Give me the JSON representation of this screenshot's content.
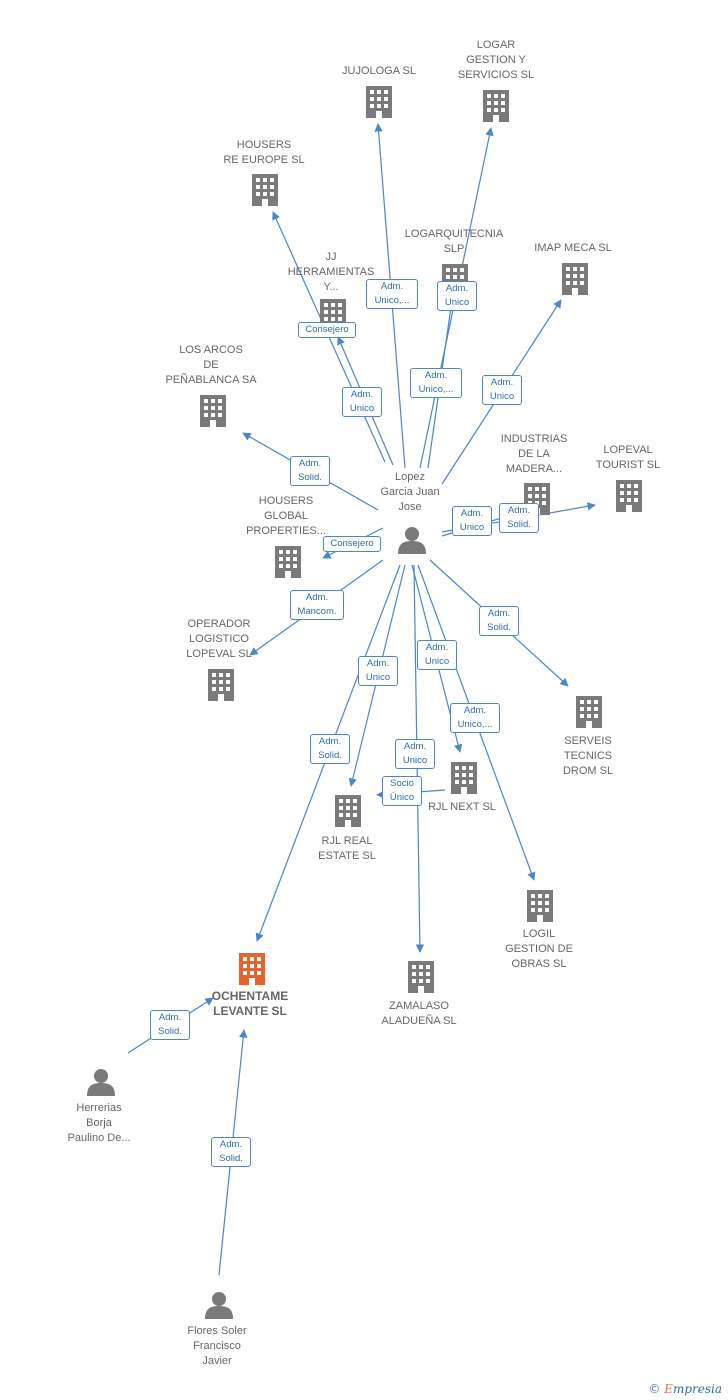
{
  "colors": {
    "edge": "#4a86c8",
    "company": "#7a7a7a",
    "focus": "#e8622c",
    "person": "#7a7a7a"
  },
  "nodes": [
    {
      "id": "jujologa",
      "type": "company",
      "label": "JUJOLOGA  SL"
    },
    {
      "id": "logar",
      "type": "company",
      "label": "LOGAR\nGESTION Y\nSERVICIOS SL"
    },
    {
      "id": "housers_re",
      "type": "company",
      "label": "HOUSERS\nRE EUROPE  SL"
    },
    {
      "id": "logarquitecnia",
      "type": "company",
      "label": "LOGARQUITECNIA\nSLP"
    },
    {
      "id": "imap",
      "type": "company",
      "label": "IMAP MECA SL"
    },
    {
      "id": "jj",
      "type": "company",
      "label": "JJ\nHERRAMIENTAS\nY..."
    },
    {
      "id": "losarcos",
      "type": "company",
      "label": "LOS ARCOS\nDE\nPEÑABLANCA SA"
    },
    {
      "id": "industrias",
      "type": "company",
      "label": "INDUSTRIAS\nDE LA\nMADERA..."
    },
    {
      "id": "lopeval_t",
      "type": "company",
      "label": "LOPEVAL\nTOURIST  SL"
    },
    {
      "id": "housers_g",
      "type": "company",
      "label": "HOUSERS\nGLOBAL\nPROPERTIES..."
    },
    {
      "id": "lopez",
      "type": "person",
      "label": "Lopez\nGarcia Juan\nJose"
    },
    {
      "id": "operador",
      "type": "company",
      "label": "OPERADOR\nLOGISTICO\nLOPEVAL SL"
    },
    {
      "id": "serveis",
      "type": "company",
      "label": "SERVEIS\nTECNICS\nDROM  SL"
    },
    {
      "id": "rjl_next",
      "type": "company",
      "label": "RJL NEXT  SL"
    },
    {
      "id": "rjl_real",
      "type": "company",
      "label": "RJL REAL\nESTATE  SL"
    },
    {
      "id": "logil",
      "type": "company",
      "label": "LOGIL\nGESTION DE\nOBRAS SL"
    },
    {
      "id": "ochentame",
      "type": "focus",
      "label": "OCHENTAME\nLEVANTE  SL"
    },
    {
      "id": "zamalaso",
      "type": "company",
      "label": "ZAMALASO\nALADUEÑA SL"
    },
    {
      "id": "herrerias",
      "type": "person",
      "label": "Herrerias\nBorja\nPaulino De..."
    },
    {
      "id": "flores",
      "type": "person",
      "label": "Flores Soler\nFrancisco\nJavier"
    }
  ],
  "edges": [
    {
      "from": "lopez",
      "to": "jujologa",
      "label": "Adm.\nUnico,..."
    },
    {
      "from": "lopez",
      "to": "logar",
      "label": "Adm.\nUnico"
    },
    {
      "from": "lopez",
      "to": "housers_re",
      "label": "Consejero"
    },
    {
      "from": "lopez",
      "to": "logarquitecnia",
      "label": "Adm.\nUnico,..."
    },
    {
      "from": "lopez",
      "to": "imap",
      "label": "Adm.\nUnico"
    },
    {
      "from": "lopez",
      "to": "jj",
      "label": "Adm.\nUnico"
    },
    {
      "from": "lopez",
      "to": "losarcos",
      "label": "Adm.\nSolid."
    },
    {
      "from": "lopez",
      "to": "industrias",
      "label": "Adm.\nUnico"
    },
    {
      "from": "lopez",
      "to": "lopeval_t",
      "label": "Adm.\nSolid."
    },
    {
      "from": "lopez",
      "to": "housers_g",
      "label": "Consejero"
    },
    {
      "from": "lopez",
      "to": "operador",
      "label": "Adm.\nMancom."
    },
    {
      "from": "lopez",
      "to": "serveis",
      "label": "Adm.\nSolid."
    },
    {
      "from": "lopez",
      "to": "rjl_next",
      "label": "Adm.\nUnico"
    },
    {
      "from": "lopez",
      "to": "rjl_real",
      "label": "Adm.\nUnico"
    },
    {
      "from": "lopez",
      "to": "logil",
      "label": "Adm.\nUnico,..."
    },
    {
      "from": "lopez",
      "to": "zamalaso",
      "label": "Adm.\nUnico"
    },
    {
      "from": "lopez",
      "to": "ochentame",
      "label": "Adm.\nSolid."
    },
    {
      "from": "rjl_next",
      "to": "rjl_real",
      "label": "Socio\nÚnico"
    },
    {
      "from": "herrerias",
      "to": "ochentame",
      "label": "Adm.\nSolid."
    },
    {
      "from": "flores",
      "to": "ochentame",
      "label": "Adm.\nSolid."
    }
  ],
  "footer": {
    "copyright": "©",
    "brand_first": "E",
    "brand_rest": "mpresia"
  }
}
